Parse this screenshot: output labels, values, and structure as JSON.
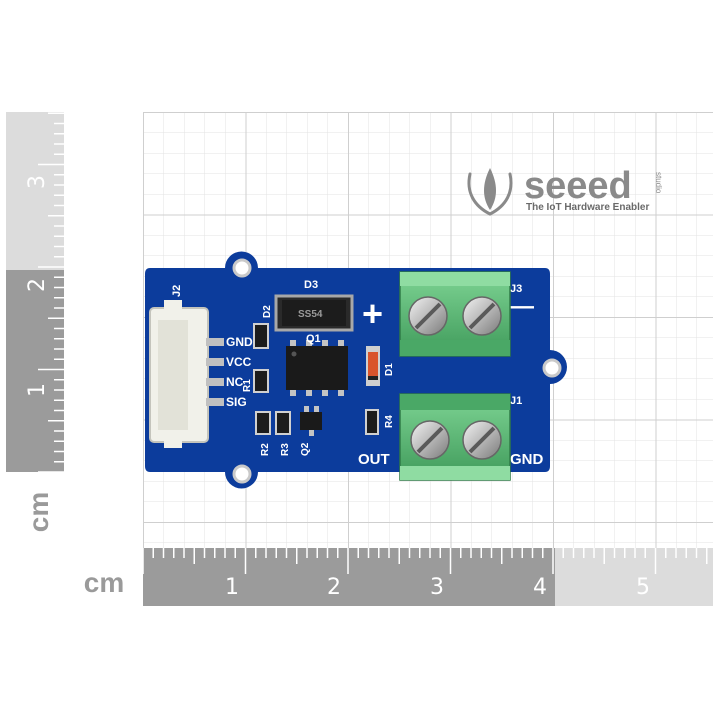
{
  "brand": {
    "name": "seeed",
    "sub": "studio",
    "tagline": "The IoT Hardware Enabler"
  },
  "ruler_h": {
    "unit": "cm",
    "ticks": [
      "1",
      "2",
      "3",
      "4",
      "5"
    ]
  },
  "ruler_v": {
    "unit": "cm",
    "ticks": [
      "1",
      "2",
      "3"
    ]
  },
  "board": {
    "connector_label": "J2",
    "pins": [
      "GND",
      "VCC",
      "NC",
      "SIG"
    ],
    "components": {
      "d3": "D3",
      "d3_marking": "SS54",
      "d2": "D2",
      "q1": "Q1",
      "d1": "D1",
      "r1": "R1",
      "r2": "R2",
      "r3": "R3",
      "q2": "Q2",
      "r4": "R4",
      "j3": "J3",
      "j1": "J1"
    },
    "plus_symbol": "+",
    "minus_symbol": "—",
    "out_label": "OUT",
    "gnd_label": "GND"
  },
  "colors": {
    "pcb": "#0c3c9c",
    "terminal": "#5fbf7a",
    "ruler_dark": "#9b9b9b",
    "ruler_light": "#dcdcdc"
  }
}
